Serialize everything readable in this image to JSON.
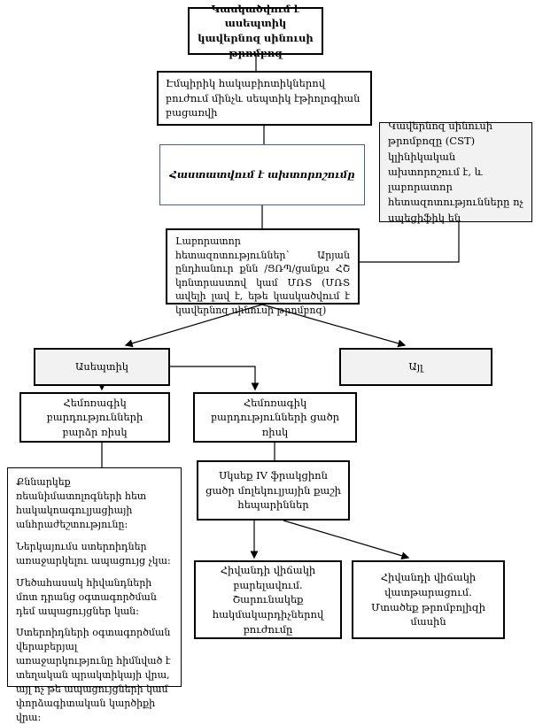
{
  "flowchart": {
    "boxes": {
      "suspected": {
        "label": "Կասկածվում է ասեպտիկ կավերնոզ սինուսի թրոմբոզ"
      },
      "empiric": {
        "label": "Էմպիրիկ հակաբիոտիկներով բուժում մինչև սեպտիկ էթիոլոգիան բացառվի"
      },
      "confirmed": {
        "label": "Հաստատվում է ախտորոշումը"
      },
      "note_cst": {
        "label": "Կավերնոզ սինուսի թրոմբոզը (CST) կլինիկական ախտորոշում է, և լաբորատոր հետազոտությունները ոչ սպեցիֆիկ են"
      },
      "lab": {
        "label": "Լաբորատոր հետազոտություններ՝ Արյան ընդհանուր քնն /ՑՌՊ/ցանքս ՀՇ կոնտրաստով կամ ՄՌՏ (ՄՌՏ ավելի լավ է, եթե կասկածվում է կավերնոզ սինուսի թրոմբոզ)"
      },
      "aseptic": {
        "label": "Ասեպտիկ"
      },
      "other": {
        "label": "Այլ"
      },
      "high_risk": {
        "label": "Հեմոռագիկ բարդությունների բարձր ռիսկ"
      },
      "low_risk": {
        "label": "Հեմոռագիկ բարդությունների ցածր ռիսկ"
      },
      "heparin": {
        "label": "Սկսեք IV ֆրակցիոն ցածր մոլեկուլյային քաշի հեպարիններ"
      },
      "discussion": {
        "paragraphs": [
          "Քննարկեք ռեանիմատոլոգների հետ հակակոագուլյացիայի անհրաժեշտությունը։",
          "Ներկայումս ստերոիդներ առաջարկելու ապացույց չկա։",
          "Մեծահասակ հիվանդների մոտ դրանց օգտագործման դեմ ապացույցներ կան։",
          "Ստերոիդների օգտագործման վերաբերյալ առաջարկությունը հիմնված է տեղական պրակտիկայի վրա, այլ ոչ թե ապացույցների կամ փորձագիտական կարծիքի վրա։"
        ]
      },
      "improve": {
        "label": "Հիվանդի վիճակի բարելավում. Շարունակեք հակմակարդիչներով բուժումը"
      },
      "worsen": {
        "label": "Հիվանդի վիճակի վատթարացում. Մտածեք թրոմբոլիզի մասին"
      }
    },
    "colors": {
      "background": "#ffffff",
      "box_border": "#000000",
      "shaded_box_fill": "#f2f2f2",
      "confirmed_box_border": "#44618c",
      "connector_line": "#000000"
    }
  }
}
